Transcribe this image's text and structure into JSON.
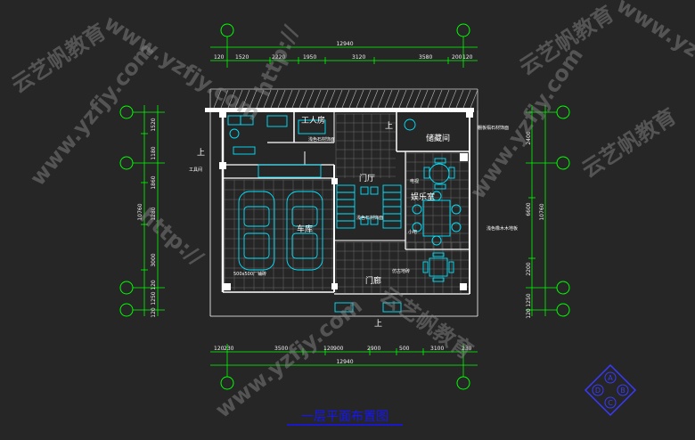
{
  "drawing_title": "一层平面布置图",
  "watermarks": [
    "云艺帆教育",
    "www.yzfjy.com",
    "http://",
    "云艺帆教育",
    "www.yzfjy.com",
    "云艺帆教育",
    "www.yzfjy.com",
    "http://",
    "www.yzfjy.com",
    "云艺帆教育",
    "www.yzfjy.com"
  ],
  "dimensions": {
    "top_total": "12940",
    "top_parts": [
      "120",
      "1520",
      "2220",
      "1950",
      "3120",
      "3580",
      "200",
      "120"
    ],
    "bottom_parts": [
      "120",
      "230",
      "3500",
      "120",
      "900",
      "2900",
      "500",
      "3100",
      "230"
    ],
    "bottom_total": "12940",
    "left_parts": [
      "1520",
      "1180",
      "1860",
      "1280",
      "3000",
      "120",
      "1250",
      "120"
    ],
    "left_total": "10760",
    "right_parts": [
      "2400",
      "6600",
      "2200",
      "1250",
      "120"
    ],
    "right_total": "10760"
  },
  "rooms": {
    "worker_room": "工人房",
    "storage": "储藏间",
    "foyer": "门厅",
    "garage": "车库",
    "entertainment": "娱乐室",
    "entrance_porch": "门廊"
  },
  "notes": {
    "tool_room": "工具间",
    "up_1": "上",
    "up_2": "上",
    "up_3": "上",
    "stone_1": "浅色石材饰面",
    "stone_2": "浅色石材饰面",
    "storage_floor": "棚板榻石材饰面",
    "garage_floor": "500x500厂铺砖",
    "ent_floor": "浅色橡木木地板",
    "porch_floor": "仿古地砖",
    "tv": "电视",
    "small": "小吧"
  },
  "logo_letters": [
    "A",
    "B",
    "C",
    "D"
  ],
  "colors": {
    "background": "#262626",
    "axis_bubble": "#00ff00",
    "dimension": "#00ff00",
    "wall": "#ffffff",
    "furniture": "#00e5ff",
    "title": "#1515ff",
    "watermark": "#8d8d8d"
  }
}
